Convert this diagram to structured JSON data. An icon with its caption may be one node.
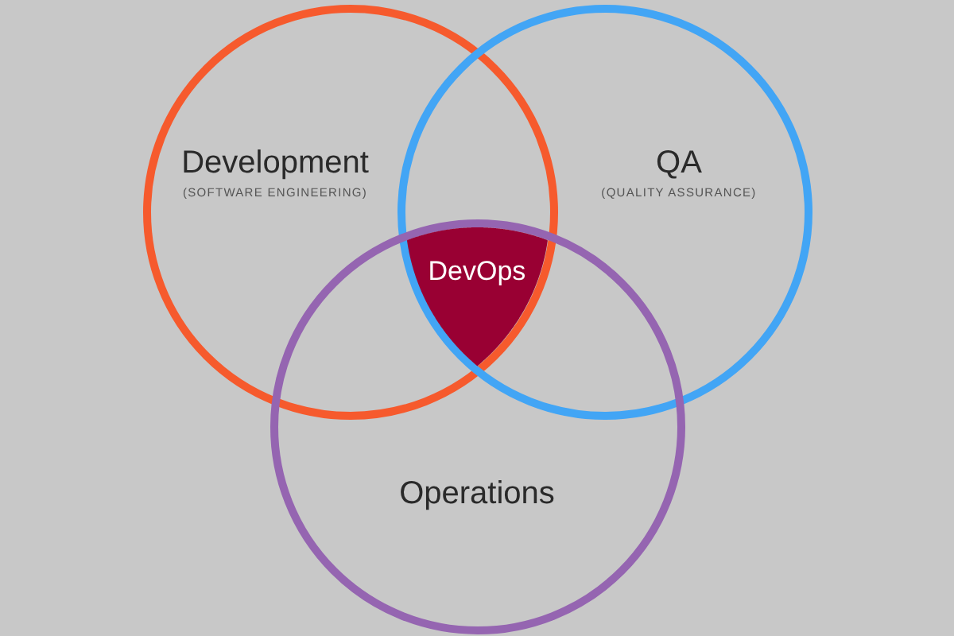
{
  "diagram": {
    "nodes": [
      {
        "text": [
          "Development",
          "(SOFTWARE ENGINEERING)"
        ]
      },
      {
        "text": [
          "QA",
          "(QUALITY ASSURANCE)"
        ]
      },
      {
        "text": [
          "DevOps"
        ]
      },
      {
        "text": [
          "Operations"
        ]
      }
    ]
  }
}
